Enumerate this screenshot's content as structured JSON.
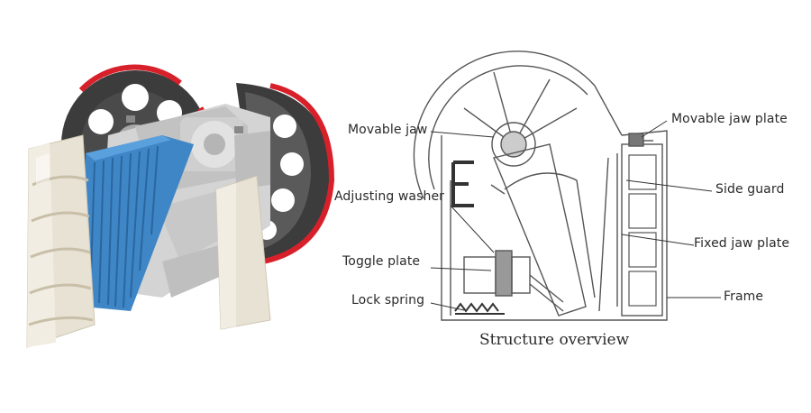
{
  "labels": {
    "movable_jaw": "Movable jaw",
    "adjusting_washer": "Adjusting washer",
    "toggle_plate": "Toggle plate",
    "lock_spring": "Lock spring",
    "movable_jaw_plate": "Movable jaw plate",
    "side_guard": "Side guard",
    "fixed_jaw_plate": "Fixed jaw plate",
    "frame": "Frame"
  },
  "caption": "Structure overview",
  "colors": {
    "flywheel": "#3c3c3c",
    "flywheel_rim": "#d8202a",
    "jaw_plate": "#3f86c6",
    "frame": "#e8e2d4",
    "body": "#d9d9d9",
    "sketch": "#555555"
  }
}
